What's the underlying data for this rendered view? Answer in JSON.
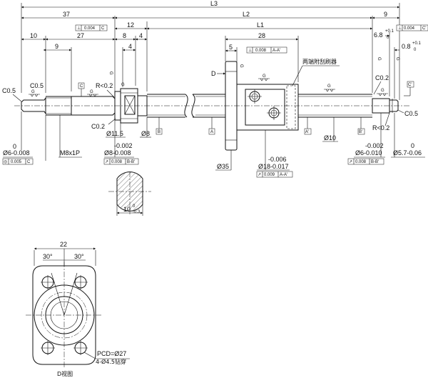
{
  "dims": {
    "L3": "L3",
    "L2": "L2",
    "L1": "L1",
    "d37": "37",
    "d12": "12",
    "d9": "9",
    "d10": "10",
    "d27": "27",
    "d8": "8",
    "d4a": "4",
    "d28": "28",
    "d9b": "9",
    "d4b": "4",
    "d5": "5",
    "d68": "6.8",
    "d68tol": "+0.1",
    "d68tol0": "0",
    "d08": "0.8",
    "d08tol": "+0.1",
    "d08tol0": "0",
    "d22": "22"
  },
  "labels": {
    "c05_left": "C0.5",
    "c05_left2": "C0.5",
    "r02_left": "R<0.2",
    "c02_left": "C0.2",
    "c02_right": "C0.2",
    "r02_right": "R<0.2",
    "c05_right": "C0.5",
    "D": "D",
    "G1": "G",
    "G2": "G",
    "G3": "G",
    "G4": "G",
    "G5": "G",
    "G6": "G",
    "phi6_tol": "0",
    "phi6": "Ø6-0.008",
    "m8": "M8x1P",
    "phi8_tol": "-0.002",
    "phi8": "Ø8-0.008",
    "phi115": "Ø11.5",
    "phi8b": "Ø8",
    "phi35": "Ø35",
    "phi18_tol": "-0.006",
    "phi18": "Ø18-0.017",
    "phi10": "Ø10",
    "phi6r_tol": "-0.002",
    "phi6r": "Ø6-0.010",
    "phi57_tol": "0",
    "phi57": "Ø5.7-0.06",
    "d10_tol0": "0",
    "d10_val": "10",
    "d10_tol": "-0.3",
    "refA": "A",
    "refA2": "A'",
    "refB": "B",
    "refB2": "B'",
    "refC": "C",
    "refC2": "C'",
    "cn_note": "两端附刮刷器",
    "pcd": "PCD=Ø27",
    "holes": "4-Ø4.5钻穿",
    "ang1": "30°",
    "ang2": "30°",
    "d_view": "D视图"
  },
  "fcf": {
    "top_perp_left": {
      "sym": "⊥",
      "val": "0.004",
      "ref": "C"
    },
    "top_perp_mid": {
      "sym": "⊥",
      "val": "0.008",
      "ref": "A-A'"
    },
    "top_perp_right": {
      "sym": "⊥",
      "val": "0.004",
      "ref": "C'"
    },
    "conc_left": {
      "sym": "◎",
      "val": "0.005",
      "ref": "C"
    },
    "runout_left": {
      "sym": "↗",
      "val": "0.008",
      "ref": "B-B'"
    },
    "runout_mid": {
      "sym": "↗",
      "val": "0.009",
      "ref": "A-A'"
    },
    "runout_right": {
      "sym": "↗",
      "val": "0.008",
      "ref": "B-B'"
    }
  }
}
